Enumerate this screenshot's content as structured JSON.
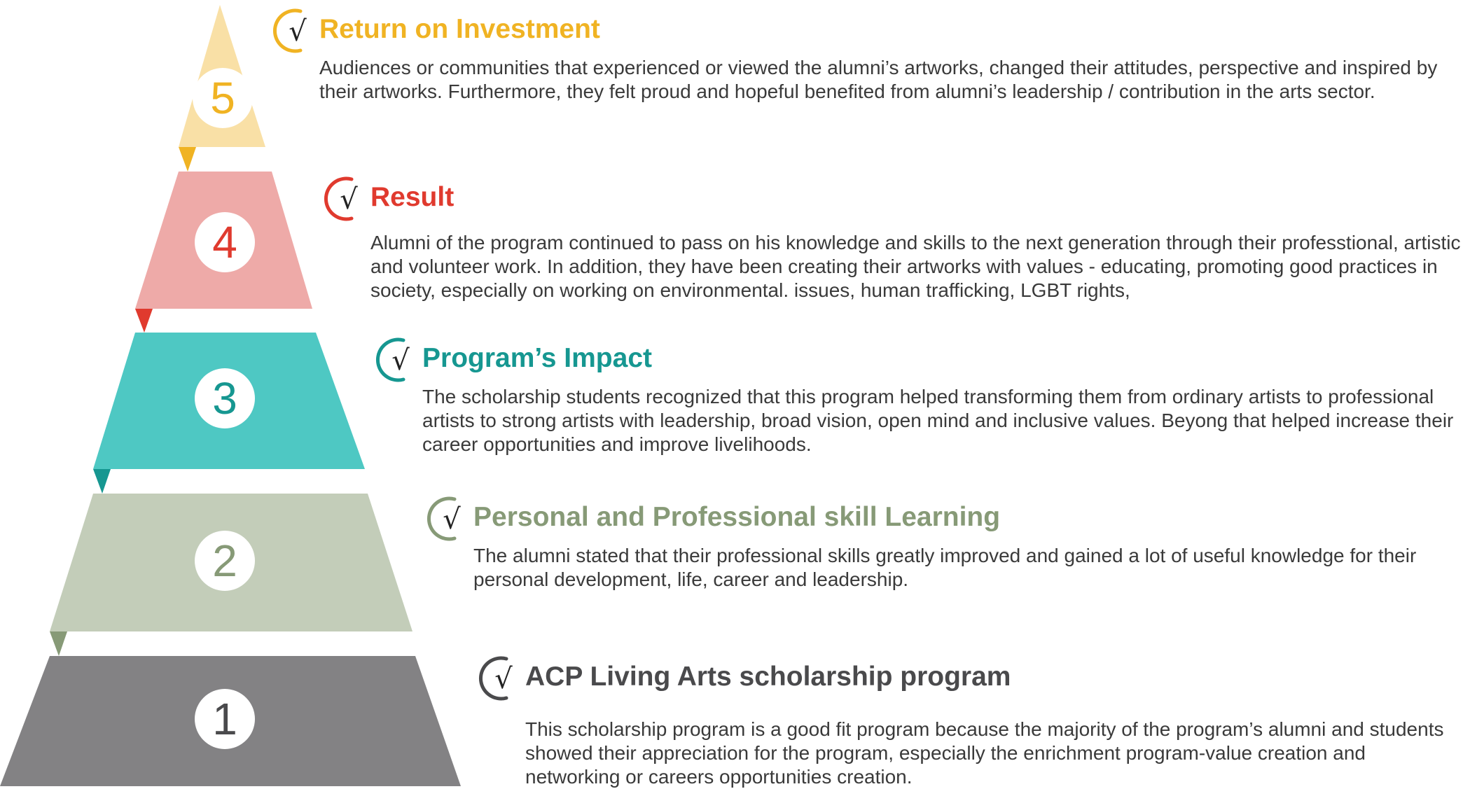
{
  "colors": {
    "level5": "#f9e0a6",
    "level5_accent": "#f0b323",
    "level4": "#eeaaa8",
    "level4_accent": "#e03a2e",
    "level3": "#4ec8c3",
    "level3_accent": "#169791",
    "level2": "#c3cdb9",
    "level2_accent": "#879a77",
    "level1": "#838284",
    "level1_accent": "#4a4a4c"
  },
  "icons": {
    "check": "check-mark-icon",
    "check_symbol": "√"
  },
  "pyramid": {
    "levels": [
      {
        "number": "5"
      },
      {
        "number": "4"
      },
      {
        "number": "3"
      },
      {
        "number": "2"
      },
      {
        "number": "1"
      }
    ]
  },
  "items": [
    {
      "title": "Return on Investment",
      "description": "Audiences or communities that experienced or viewed the alumni’s artworks, changed their attitudes, perspective and inspired by their artworks. Furthermore, they felt proud and hopeful benefited from alumni’s leadership / contribution in the arts sector."
    },
    {
      "title": "Result",
      "description": "Alumni of the program continued to pass on his knowledge and skills to the next generation through their professtional, artistic and volunteer work. In addition, they have been creating their artworks with values - educating, promoting good practices in society, especially on working on environmental. issues, human trafficking, LGBT rights,"
    },
    {
      "title": "Program’s Impact",
      "description": "The scholarship students recognized that this program helped transforming them from ordinary artists to professional artists to strong artists with leadership, broad vision, open mind and inclusive values. Beyong that helped increase their career opportunities and improve livelihoods."
    },
    {
      "title": "Personal and Professional skill Learning",
      "description": "The alumni stated that their professional skills greatly improved and gained a lot of useful knowledge for their personal development, life, career and leadership."
    },
    {
      "title": "ACP Living Arts scholarship program",
      "description": "This scholarship program is a good fit program because the majority of the program’s alumni and students showed their appreciation for the program, especially the enrichment program-value creation and networking or careers opportunities creation."
    }
  ]
}
